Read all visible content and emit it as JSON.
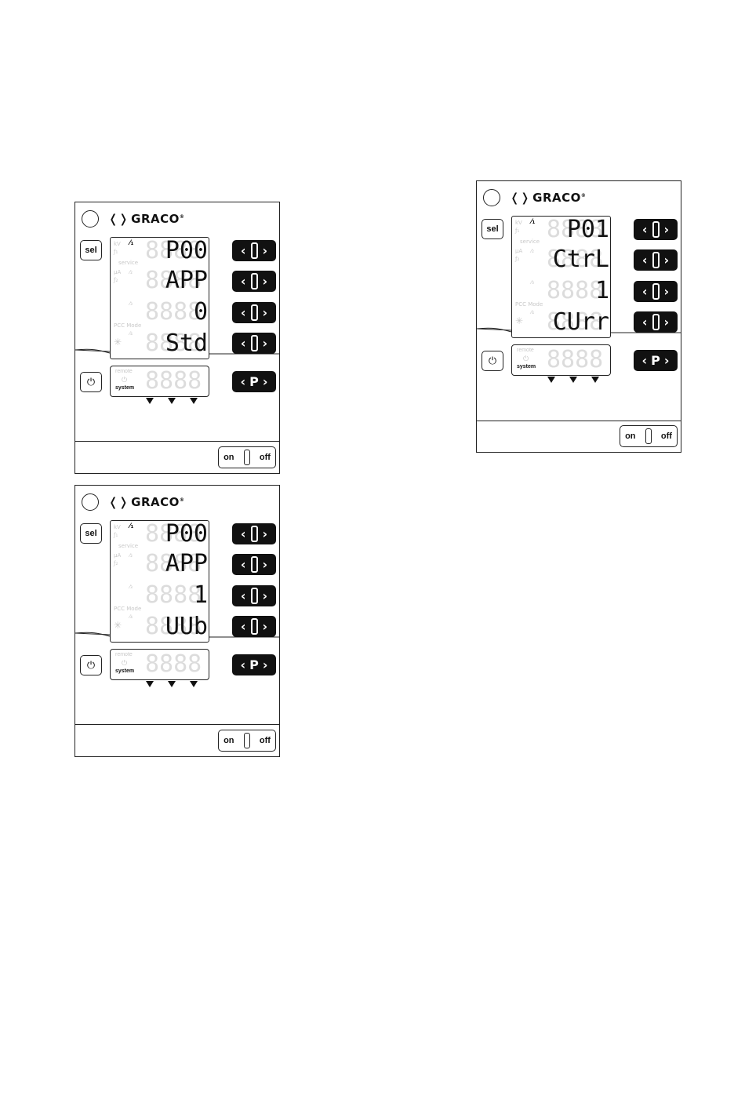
{
  "panels": [
    {
      "logo": "GRACO",
      "sel_label": "sel",
      "rows": [
        {
          "value": "P00"
        },
        {
          "value": "APP"
        },
        {
          "value": "0"
        },
        {
          "value": "Std"
        }
      ],
      "labels": {
        "kv": "kV",
        "service": "service",
        "ua": "µA",
        "pcc": "PCC Mode"
      },
      "system_display": {
        "remote": "remote",
        "system": "system",
        "digits": "8888"
      },
      "p_button": "P",
      "on_label": "on",
      "off_label": "off"
    },
    {
      "logo": "GRACO",
      "sel_label": "sel",
      "rows": [
        {
          "value": "P00"
        },
        {
          "value": "APP"
        },
        {
          "value": "1"
        },
        {
          "value": "UUb"
        }
      ],
      "labels": {
        "kv": "kV",
        "service": "service",
        "ua": "µA",
        "pcc": "PCC Mode"
      },
      "system_display": {
        "remote": "remote",
        "system": "system",
        "digits": "8888"
      },
      "p_button": "P",
      "on_label": "on",
      "off_label": "off"
    },
    {
      "logo": "GRACO",
      "sel_label": "sel",
      "rows": [
        {
          "value": "P01"
        },
        {
          "value": "CtrL"
        },
        {
          "value": "1"
        },
        {
          "value": "CUrr"
        }
      ],
      "labels": {
        "kv": "kV",
        "service": "service",
        "ua": "µA",
        "pcc": "PCC Mode"
      },
      "system_display": {
        "remote": "remote",
        "system": "system",
        "digits": "8888"
      },
      "p_button": "P",
      "on_label": "on",
      "off_label": "off"
    }
  ],
  "colors": {
    "ink": "#111111",
    "ghost_segment": "#dcdcdc",
    "faint_label": "#c8c8c8"
  },
  "icons": [
    "graco-logo-icon",
    "power-icon",
    "arrow-left-icon",
    "arrow-right-icon",
    "dropdown-triangle-icon"
  ]
}
